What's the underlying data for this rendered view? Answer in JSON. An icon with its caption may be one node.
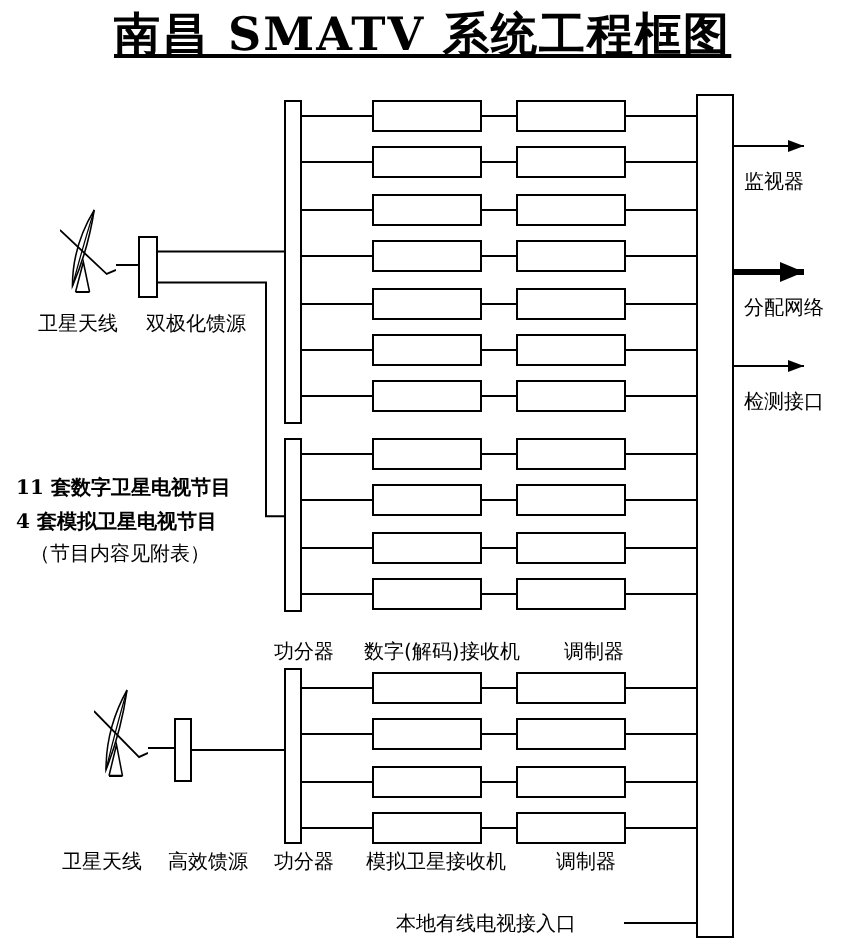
{
  "diagram": {
    "title": "南昌 SMATV 系统工程框图",
    "nodes": [
      {
        "text": [],
        "shape": "picture",
        "beside": [
          "卫星天线"
        ]
      },
      {
        "text": [],
        "shape": "box",
        "beside": [
          "双极化馈源"
        ]
      },
      {
        "text": [],
        "shape": "bar"
      },
      {
        "text": [],
        "shape": "bar"
      },
      {
        "text": [],
        "shape": "box"
      },
      {
        "text": [],
        "shape": "box"
      },
      {
        "text": [],
        "shape": "box"
      },
      {
        "text": [],
        "shape": "box"
      },
      {
        "text": [],
        "shape": "box"
      },
      {
        "text": [],
        "shape": "box"
      },
      {
        "text": [],
        "shape": "box"
      },
      {
        "text": [],
        "shape": "box"
      },
      {
        "text": [],
        "shape": "box"
      },
      {
        "text": [],
        "shape": "box"
      },
      {
        "text": [],
        "shape": "box"
      },
      {
        "text": [],
        "shape": "box"
      },
      {
        "text": [],
        "shape": "box"
      },
      {
        "text": [],
        "shape": "box"
      },
      {
        "text": [],
        "shape": "box"
      },
      {
        "text": [],
        "shape": "box"
      },
      {
        "text": [],
        "shape": "box"
      },
      {
        "text": [],
        "shape": "box"
      },
      {
        "text": [],
        "shape": "box"
      },
      {
        "text": [],
        "shape": "box"
      },
      {
        "text": [],
        "shape": "box"
      },
      {
        "text": [],
        "shape": "box"
      },
      {
        "text": [],
        "shape": "picture"
      },
      {
        "text": [],
        "shape": "box"
      },
      {
        "text": [],
        "shape": "bar"
      },
      {
        "text": [],
        "shape": "box"
      },
      {
        "text": [],
        "shape": "box"
      },
      {
        "text": [],
        "shape": "box"
      },
      {
        "text": [],
        "shape": "box"
      },
      {
        "text": [],
        "shape": "box"
      },
      {
        "text": [],
        "shape": "box"
      },
      {
        "text": [],
        "shape": "box"
      },
      {
        "text": [],
        "shape": "box"
      },
      {
        "text": [],
        "shape": "bar"
      },
      {
        "text": [
          "监视器"
        ]
      },
      {
        "text": [
          "分配网络"
        ]
      },
      {
        "text": [
          "检测接口"
        ]
      },
      {
        "text": [
          "本地有线电视接入口"
        ]
      }
    ],
    "edges": [
      {
        "from": 0,
        "to": 1,
        "arrow": "none"
      },
      {
        "from": 1,
        "to": 2,
        "arrow": "none"
      },
      {
        "from": 1,
        "to": 3,
        "arrow": "none"
      },
      {
        "from": 2,
        "to": 4,
        "arrow": "none"
      },
      {
        "from": 4,
        "to": 5,
        "arrow": "none"
      },
      {
        "from": 5,
        "to": 37,
        "arrow": "none"
      },
      {
        "from": 2,
        "to": 6,
        "arrow": "none"
      },
      {
        "from": 6,
        "to": 7,
        "arrow": "none"
      },
      {
        "from": 7,
        "to": 37,
        "arrow": "none"
      },
      {
        "from": 2,
        "to": 8,
        "arrow": "none"
      },
      {
        "from": 8,
        "to": 9,
        "arrow": "none"
      },
      {
        "from": 9,
        "to": 37,
        "arrow": "none"
      },
      {
        "from": 2,
        "to": 10,
        "arrow": "none"
      },
      {
        "from": 10,
        "to": 11,
        "arrow": "none"
      },
      {
        "from": 11,
        "to": 37,
        "arrow": "none"
      },
      {
        "from": 2,
        "to": 12,
        "arrow": "none"
      },
      {
        "from": 12,
        "to": 13,
        "arrow": "none"
      },
      {
        "from": 13,
        "to": 37,
        "arrow": "none"
      },
      {
        "from": 2,
        "to": 14,
        "arrow": "none"
      },
      {
        "from": 14,
        "to": 15,
        "arrow": "none"
      },
      {
        "from": 15,
        "to": 37,
        "arrow": "none"
      },
      {
        "from": 2,
        "to": 16,
        "arrow": "none"
      },
      {
        "from": 16,
        "to": 17,
        "arrow": "none"
      },
      {
        "from": 17,
        "to": 37,
        "arrow": "none"
      },
      {
        "from": 3,
        "to": 18,
        "arrow": "none"
      },
      {
        "from": 18,
        "to": 19,
        "arrow": "none"
      },
      {
        "from": 19,
        "to": 37,
        "arrow": "none"
      },
      {
        "from": 3,
        "to": 20,
        "arrow": "none"
      },
      {
        "from": 20,
        "to": 21,
        "arrow": "none"
      },
      {
        "from": 21,
        "to": 37,
        "arrow": "none"
      },
      {
        "from": 3,
        "to": 22,
        "arrow": "none"
      },
      {
        "from": 22,
        "to": 23,
        "arrow": "none"
      },
      {
        "from": 23,
        "to": 37,
        "arrow": "none"
      },
      {
        "from": 3,
        "to": 24,
        "arrow": "none"
      },
      {
        "from": 24,
        "to": 25,
        "arrow": "none"
      },
      {
        "from": 25,
        "to": 37,
        "arrow": "none"
      },
      {
        "from": 26,
        "to": 27,
        "arrow": "none"
      },
      {
        "from": 27,
        "to": 28,
        "arrow": "none"
      },
      {
        "from": 28,
        "to": 29,
        "arrow": "none"
      },
      {
        "from": 29,
        "to": 30,
        "arrow": "none"
      },
      {
        "from": 30,
        "to": 37,
        "arrow": "none"
      },
      {
        "from": 28,
        "to": 31,
        "arrow": "none"
      },
      {
        "from": 31,
        "to": 32,
        "arrow": "none"
      },
      {
        "from": 32,
        "to": 37,
        "arrow": "none"
      },
      {
        "from": 28,
        "to": 33,
        "arrow": "none"
      },
      {
        "from": 33,
        "to": 34,
        "arrow": "none"
      },
      {
        "from": 34,
        "to": 37,
        "arrow": "none"
      },
      {
        "from": 28,
        "to": 35,
        "arrow": "none"
      },
      {
        "from": 35,
        "to": 36,
        "arrow": "none"
      },
      {
        "from": 36,
        "to": 37,
        "arrow": "none"
      },
      {
        "from": 37,
        "to": 38,
        "arrow": "to"
      },
      {
        "from": 37,
        "to": 39,
        "arrow": "to",
        "style": "thick"
      },
      {
        "from": 37,
        "to": 40,
        "arrow": "to"
      },
      {
        "from": 41,
        "to": 37,
        "arrow": "none"
      }
    ],
    "labels": [
      "11 套数字卫星电视节目",
      "4 套模拟卫星电视节目",
      "（节目内容见附表）",
      "功分器",
      "数字(解码)接收机",
      "调制器",
      "卫星天线",
      "高效馈源",
      "功分器",
      "模拟卫星接收机",
      "调制器"
    ]
  }
}
